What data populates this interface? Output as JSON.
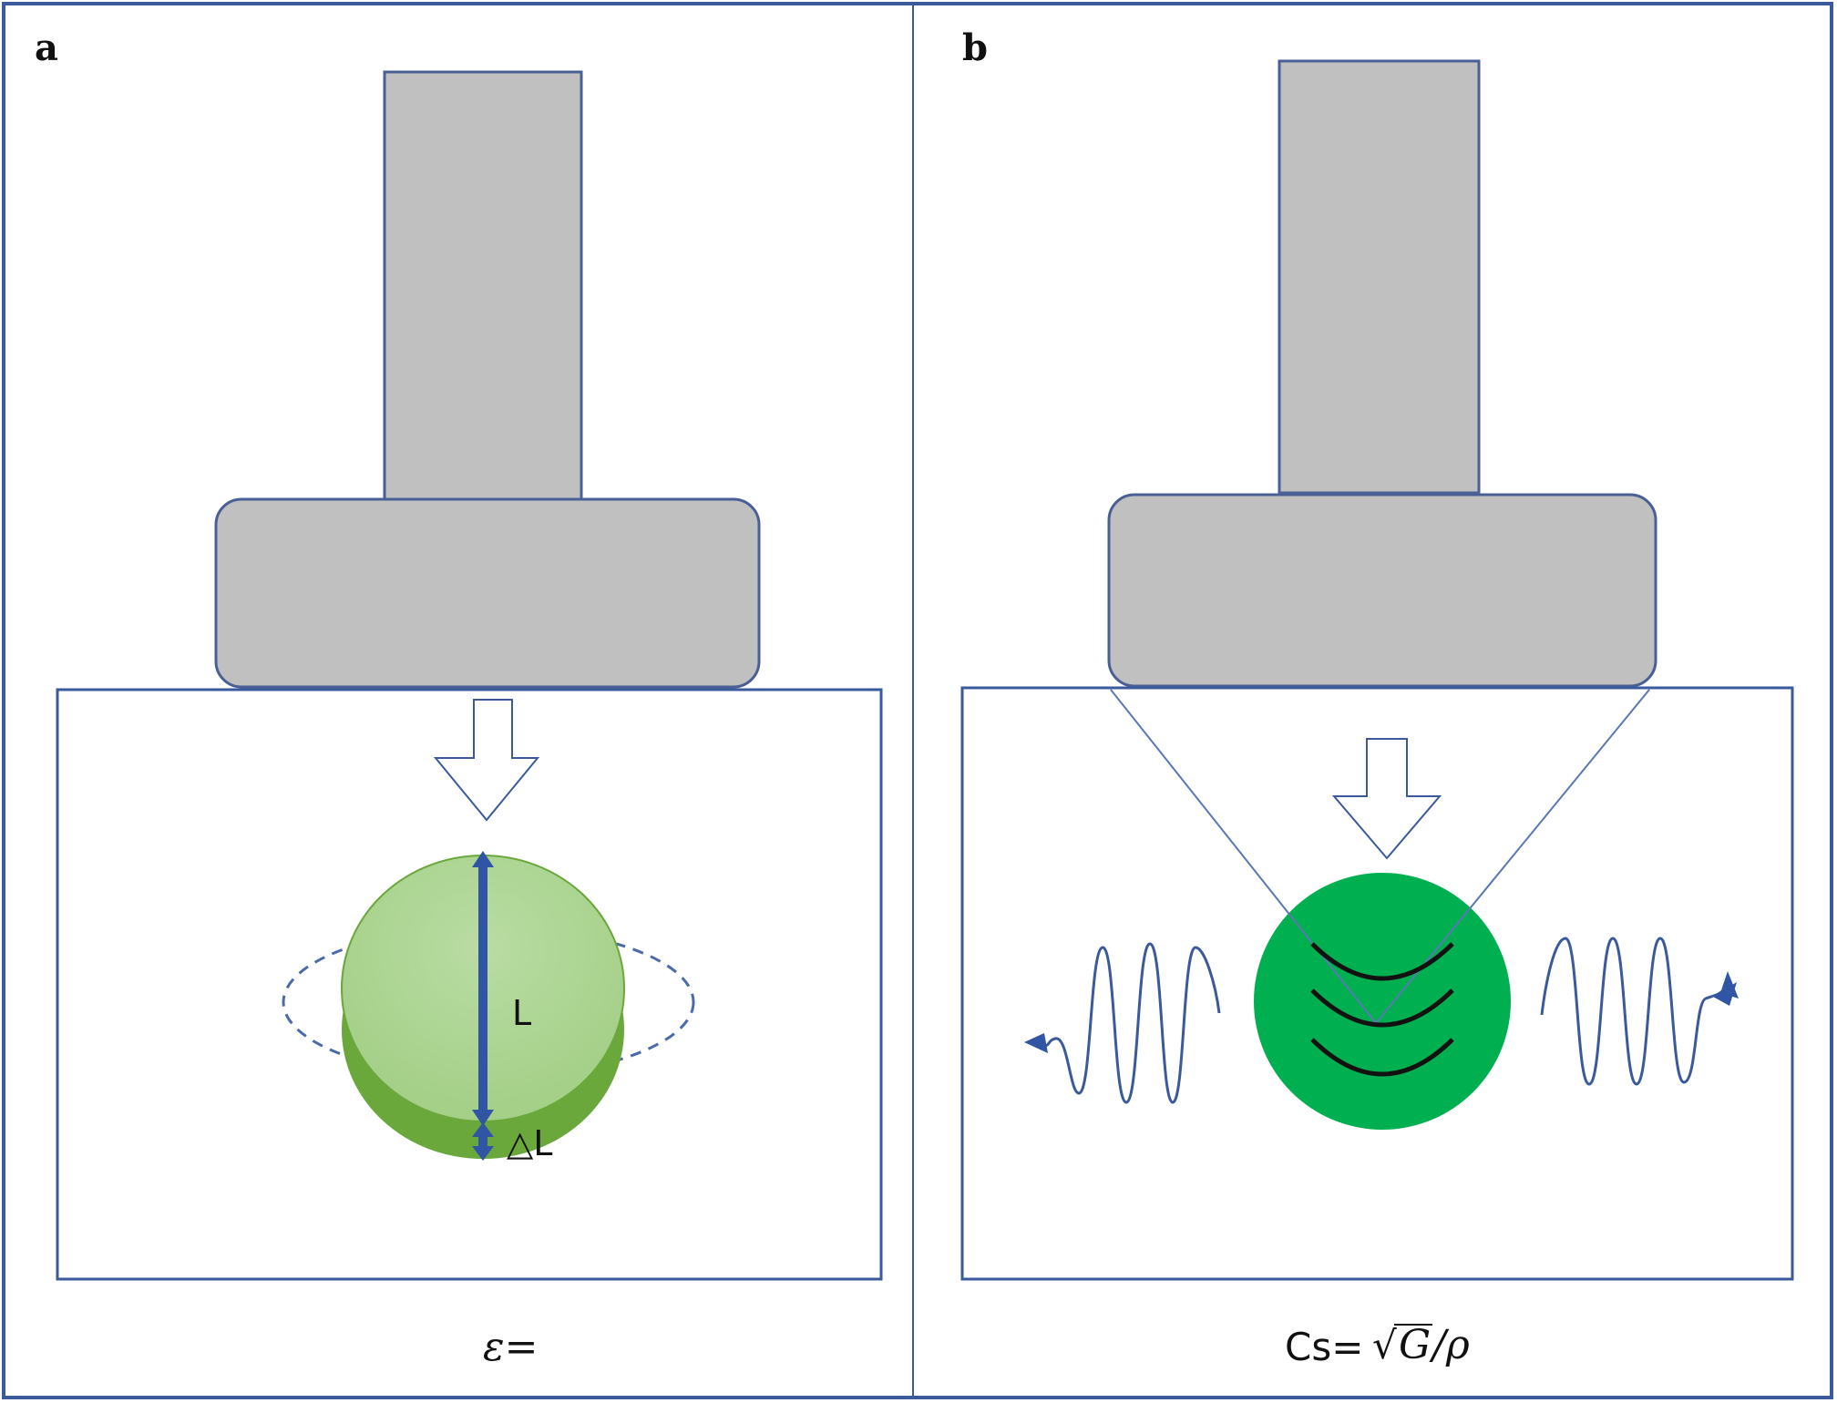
{
  "panels": {
    "a": {
      "label": "a",
      "length_label": "L",
      "delta_label": "△L",
      "formula": "ε="
    },
    "b": {
      "label": "b",
      "formula_prefix": "Cs=",
      "formula_root": "√",
      "formula_g": "G",
      "formula_rest": "/ρ"
    }
  },
  "colors": {
    "frame": "#3a5a9c",
    "plunger": "#c0c0c0",
    "plunger_edge": "#4a5f95",
    "sample_light": "#a9d08e",
    "sample_dark": "#6aa83c",
    "sample_b": "#00b050",
    "arrow_blue": "#2f55a4",
    "wave": "#3a5a9c"
  }
}
